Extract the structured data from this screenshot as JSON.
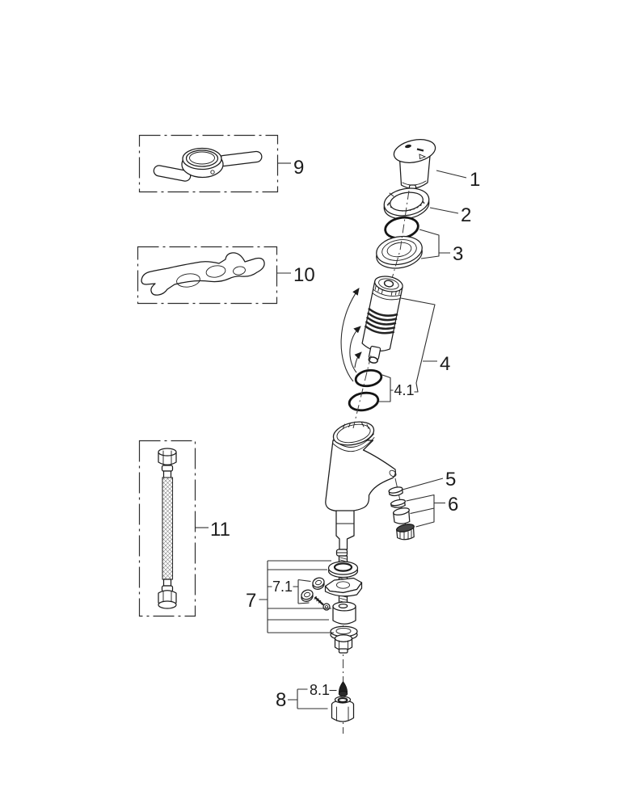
{
  "page": {
    "kind": "exploded-parts-diagram",
    "background": "#ffffff",
    "line_color": "#1c1c1c"
  },
  "labels": {
    "part1": "1",
    "part2": "2",
    "part3": "3",
    "part4": "4",
    "part4_1": "4.1",
    "part5": "5",
    "part6": "6",
    "part7": "7",
    "part7_1": "7.1",
    "part8": "8",
    "part8_1": "8.1",
    "part9": "9",
    "part10": "10",
    "part11": "11"
  }
}
